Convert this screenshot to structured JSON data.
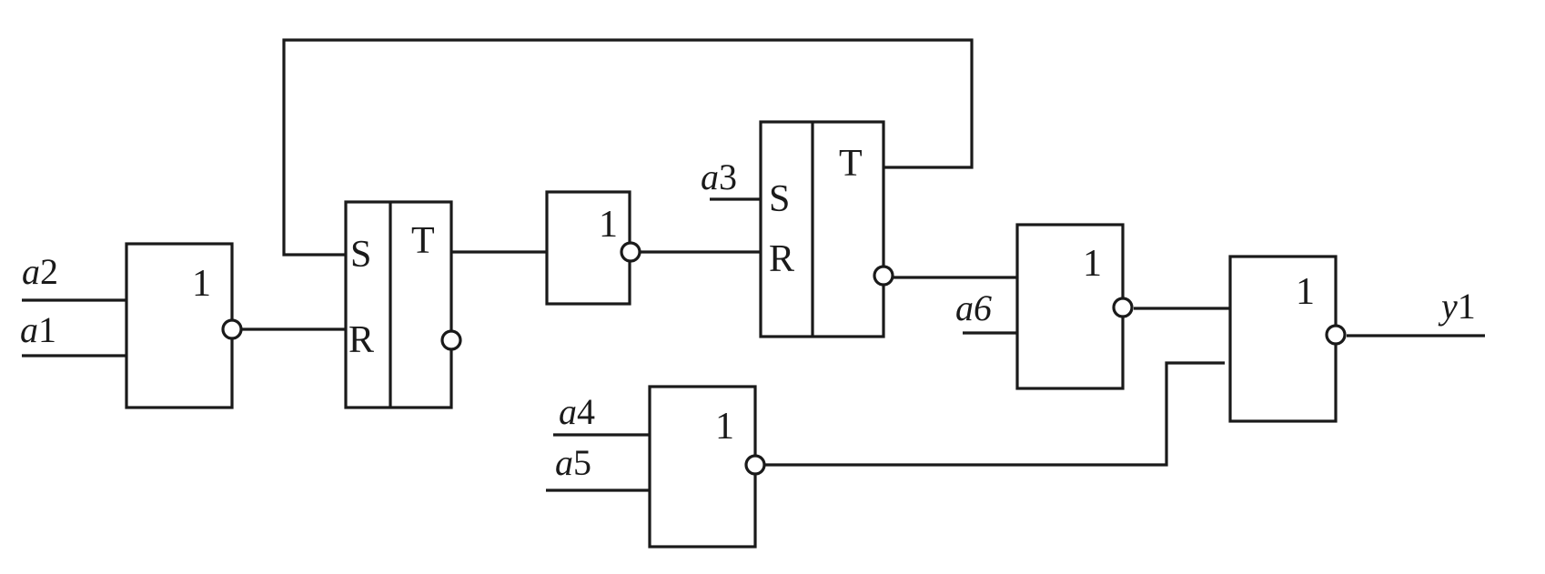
{
  "diagram": {
    "gate_symbol": "1",
    "trigger_labels": {
      "set": "S",
      "reset": "R",
      "toggle": "T"
    },
    "signals": [
      {
        "id": "a2",
        "letter": "a",
        "index": "2"
      },
      {
        "id": "a1",
        "letter": "a",
        "index": "1"
      },
      {
        "id": "a3",
        "letter": "a",
        "index": "3"
      },
      {
        "id": "a4",
        "letter": "a",
        "index": "4"
      },
      {
        "id": "a5",
        "letter": "a",
        "index": "5"
      },
      {
        "id": "a6",
        "letter": "a",
        "index": "6"
      },
      {
        "id": "y1",
        "letter": "y",
        "index": "1"
      }
    ],
    "colors": {
      "line": "#1a1a1a",
      "background": "#ffffff"
    }
  }
}
